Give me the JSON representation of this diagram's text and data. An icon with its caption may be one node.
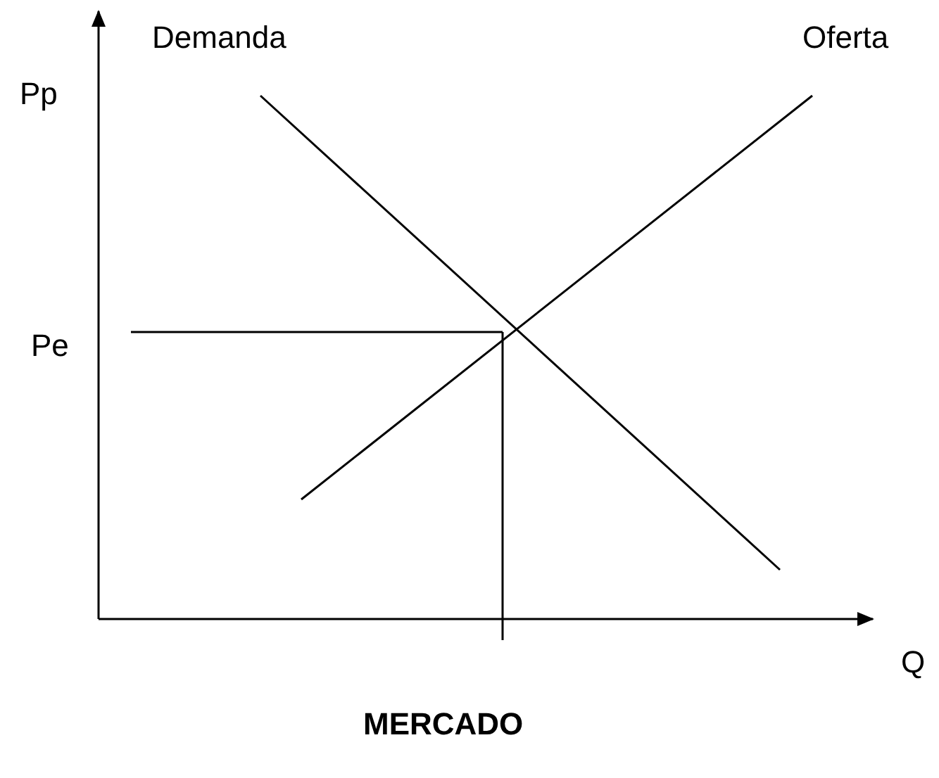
{
  "diagram": {
    "caption": "MERCADO",
    "labels": [
      "Demanda",
      "Oferta",
      "Pp",
      "Pe",
      "Q"
    ]
  }
}
